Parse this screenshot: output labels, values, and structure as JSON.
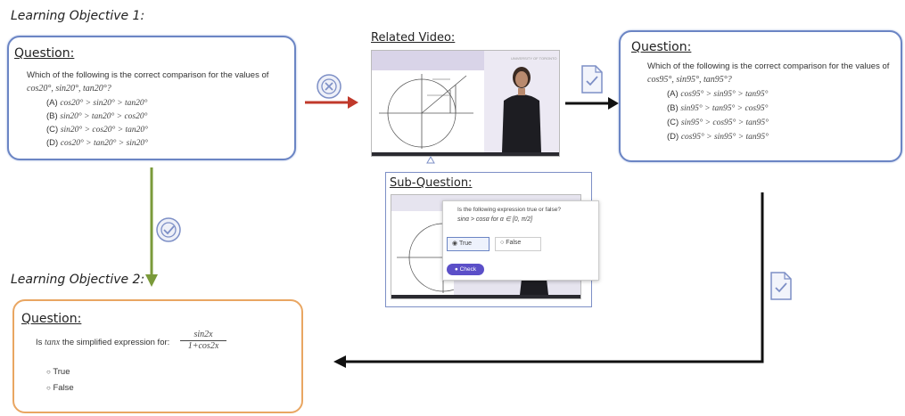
{
  "lo1": {
    "title": "Learning Objective 1:"
  },
  "lo2": {
    "title": "Learning Objective 2:"
  },
  "q1": {
    "label": "Question:",
    "prompt": "Which of the following is the correct comparison for the values of",
    "values": "cos20°, sin20°, tan20°?",
    "options": [
      {
        "letter": "(A)",
        "text": "cos20° > sin20° > tan20°"
      },
      {
        "letter": "(B)",
        "text": "sin20° > tan20° > cos20°"
      },
      {
        "letter": "(C)",
        "text": "sin20° > cos20° > tan20°"
      },
      {
        "letter": "(D)",
        "text": "cos20° > tan20° > sin20°"
      }
    ]
  },
  "video": {
    "label": "Related Video:",
    "watermark": "UNIVERSITY OF TORONTO"
  },
  "q3": {
    "label": "Question:",
    "prompt": "Which of the following is the correct comparison for the values of",
    "values": "cos95°, sin95°, tan95°?",
    "options": [
      {
        "letter": "(A)",
        "text": "cos95° > sin95° > tan95°"
      },
      {
        "letter": "(B)",
        "text": "sin95° > tan95° > cos95°"
      },
      {
        "letter": "(C)",
        "text": "sin95° > cos95° > tan95°"
      },
      {
        "letter": "(D)",
        "text": "cos95° > sin95° > tan95°"
      }
    ]
  },
  "subq": {
    "label": "Sub-Question:",
    "prompt": "Is the following expression true or false?",
    "expr": "sinα > cosα for α ∈ [0, π/2]",
    "option_true": "True",
    "option_false": "False",
    "check": "Check"
  },
  "q2": {
    "label": "Question:",
    "prompt_pre": "Is",
    "prompt_var": "tanx",
    "prompt_post": "the simplified expression for:",
    "numerator": "sin2x",
    "denominator": "1+cos2x",
    "options": [
      "True",
      "False"
    ]
  },
  "colors": {
    "blue_border": "#6b85c4",
    "orange_border": "#e9a662",
    "red_arrow": "#c0392b",
    "green_arrow": "#7a9a3a",
    "check_purple": "#5b4fc8"
  },
  "icons": {
    "wrong": "x-circle-icon",
    "correct": "check-circle-icon",
    "doc": "document-check-icon"
  }
}
